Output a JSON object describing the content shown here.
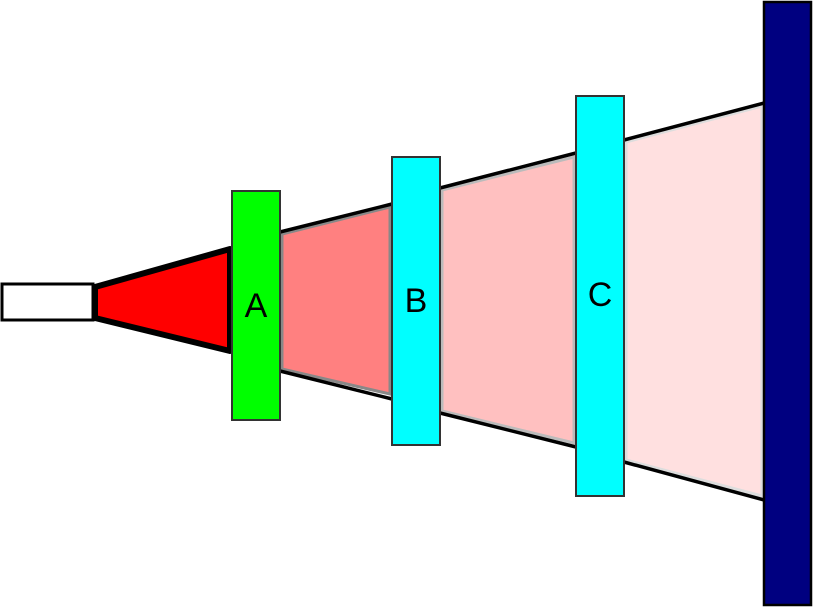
{
  "labels": {
    "a": "A",
    "b": "B",
    "c": "C"
  },
  "colors": {
    "source": "#ffffff",
    "cone": "#ff0000",
    "region1": "#ff8080",
    "region2": "#ffc0c0",
    "region3": "#ffe0e0",
    "filter_a": "#00ff00",
    "filter_b": "#00ffff",
    "filter_c": "#00ffff",
    "screen": "#000080"
  }
}
